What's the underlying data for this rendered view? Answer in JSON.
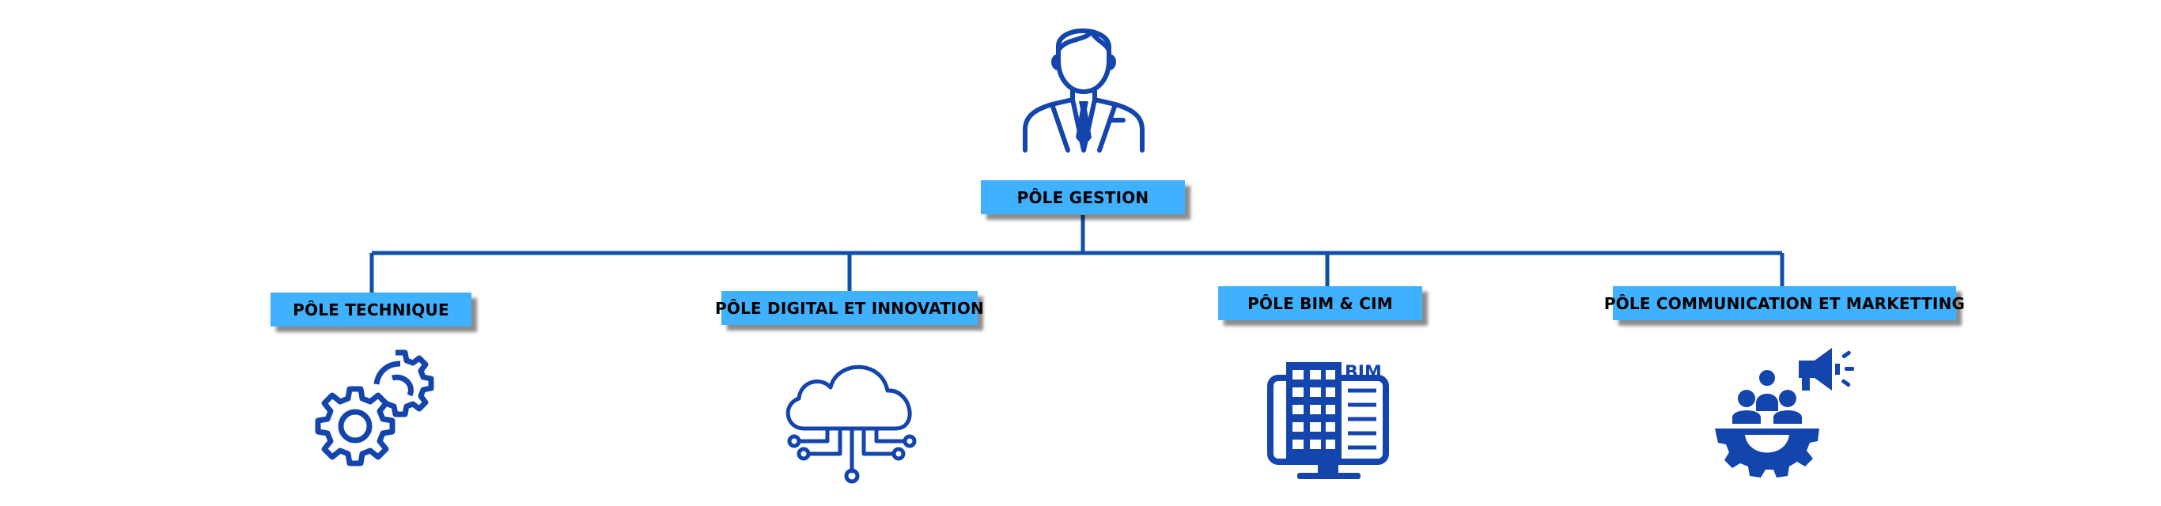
{
  "colors": {
    "line": "#0f4fa8",
    "icon": "#1345ad",
    "box_fill": "#3fb1ff",
    "box_text": "#000000"
  },
  "diagram": {
    "root": {
      "label": "PÔLE GESTION",
      "icon": "businessman-icon"
    },
    "children": [
      {
        "label": "PÔLE TECHNIQUE",
        "icon": "gears-icon"
      },
      {
        "label": "PÔLE DIGITAL ET INNOVATION",
        "icon": "cloud-network-icon"
      },
      {
        "label": "PÔLE BIM & CIM",
        "icon": "bim-building-monitor-icon",
        "icon_text": "BIM"
      },
      {
        "label": "PÔLE COMMUNICATION ET MARKETTING",
        "icon": "team-megaphone-gear-icon"
      }
    ]
  }
}
